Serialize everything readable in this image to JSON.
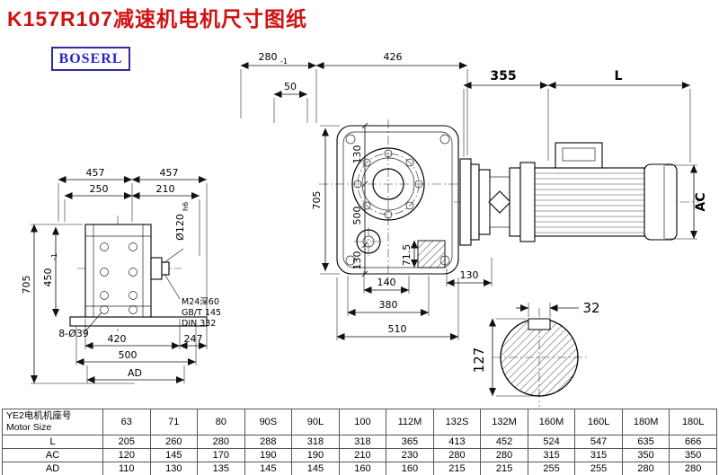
{
  "title": "K157R107减速机电机尺寸图纸",
  "logo": "BOSERL",
  "dims": {
    "side": {
      "w_left": "457",
      "w_right": "457",
      "w2_left": "250",
      "w2_right": "210",
      "h_total": "705",
      "h_body": "450",
      "h_body_tol": "-1",
      "holes": "8-Ø39",
      "b_420": "420",
      "b_247": "247",
      "b_500": "500",
      "b_ad": "AD",
      "shaft_dia": "Ø120",
      "shaft_fit": "h6",
      "tap_line1": "M24深60",
      "tap_line2": "GB/T 145",
      "tap_line3": "DIN 332"
    },
    "front": {
      "t_280": "280",
      "t_280_tol": "-1",
      "t_426": "426",
      "t_50": "50",
      "h_705": "705",
      "c_130a": "130",
      "c_500": "500",
      "c_130b": "130",
      "inner_71": "71.5",
      "b_140": "140",
      "b_130": "130",
      "b_380": "380",
      "b_510": "510"
    },
    "motor": {
      "d_355": "355",
      "d_L": "L",
      "d_AC": "AC"
    },
    "shaft": {
      "key_32": "32",
      "dia_127": "127"
    }
  },
  "table": {
    "header_cn": "YE2电机机座号",
    "header_en": "Motor Size",
    "sizes": [
      "63",
      "71",
      "80",
      "90S",
      "90L",
      "100",
      "112M",
      "132S",
      "132M",
      "160M",
      "160L",
      "180M",
      "180L"
    ],
    "rows": [
      {
        "label": "L",
        "values": [
          "205",
          "260",
          "280",
          "288",
          "318",
          "318",
          "365",
          "413",
          "452",
          "524",
          "547",
          "635",
          "666"
        ]
      },
      {
        "label": "AC",
        "values": [
          "120",
          "145",
          "170",
          "190",
          "190",
          "210",
          "230",
          "280",
          "280",
          "315",
          "315",
          "350",
          "350"
        ]
      },
      {
        "label": "AD",
        "values": [
          "110",
          "130",
          "135",
          "145",
          "145",
          "160",
          "160",
          "215",
          "215",
          "255",
          "255",
          "280",
          "280"
        ]
      }
    ]
  }
}
